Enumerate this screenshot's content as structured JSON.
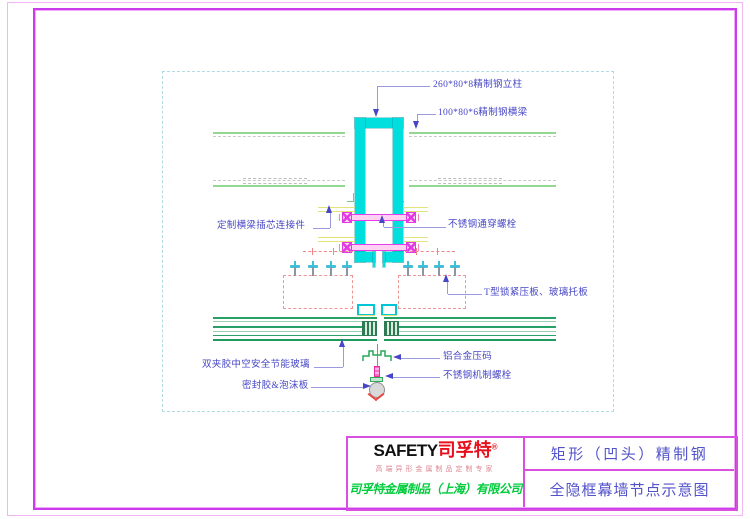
{
  "drawing": {
    "callouts": {
      "mullion": "260*80*8精制钢立柱",
      "beam": "100*80*6精制钢横梁",
      "connector": "定制横梁插芯连接件",
      "through_bolt": "不锈钢通穿螺栓",
      "t_plate": "T型锁紧压板、玻璃托板",
      "glass": "双夹胶中空安全节能玻璃",
      "alu_clamp": "铝合金压码",
      "machine_bolt": "不锈钢机制螺栓",
      "sealant_foam": "密封胶&泡沫板"
    }
  },
  "title_block": {
    "brand_en": "SAFETY",
    "brand_cn": "司孚特",
    "registered": "®",
    "tagline": "高端异形金属制品定制专家",
    "company": "司孚特金属制品（上海）有限公司",
    "product": "矩形（凹头）精制钢",
    "sheet_title": "全隐框幕墙节点示意图"
  },
  "colors": {
    "frame_magenta": "#cb3bee",
    "viewport_dash_cyan": "#b2dbe6",
    "mullion_cyan": "#00dede",
    "beam_green": "#93d793",
    "connector_yellow": "#e3e378",
    "bolt_magenta": "#ea3cea",
    "t_plate_red": "#f09494",
    "glass_green": "#28a167",
    "callout_blue": "#4646c6",
    "brand_red": "#e8101c",
    "company_green": "#00cc3c",
    "title_blue": "#5252ca"
  }
}
